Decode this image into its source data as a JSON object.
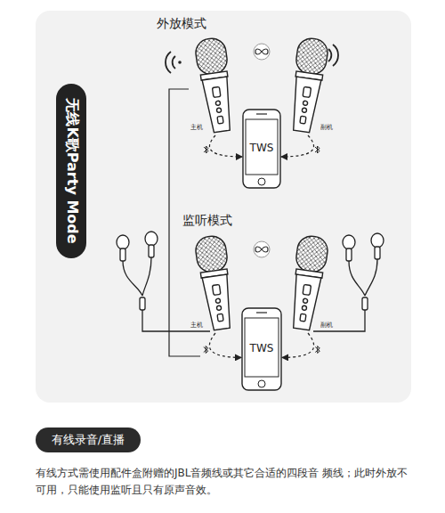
{
  "diagram": {
    "nodes": [
      {
        "text": [
          "无线K歌Party Mode"
        ]
      },
      {
        "text": [
          "主机"
        ]
      },
      {
        "text": [
          "副机"
        ]
      },
      {
        "text": [
          "TWS"
        ]
      },
      {
        "text": [
          "主机"
        ]
      },
      {
        "text": [
          "副机"
        ]
      },
      {
        "text": [
          "TWS"
        ]
      },
      {
        "text": [
          "有线录音/直播"
        ]
      }
    ],
    "edges": [
      {
        "from": 1,
        "to": 3,
        "arrow": "to"
      },
      {
        "from": 2,
        "to": 3,
        "arrow": "to"
      },
      {
        "from": 4,
        "to": 6,
        "arrow": "to"
      },
      {
        "from": 5,
        "to": 6,
        "arrow": "to"
      }
    ],
    "labels": [
      "外放模式",
      "监听模式"
    ],
    "caption": "有线方式需使用配件盒附赠的JBL音频线或其它合适的四段音 频线；此时外放不可用，只能使用监听且只有原声音效。"
  }
}
